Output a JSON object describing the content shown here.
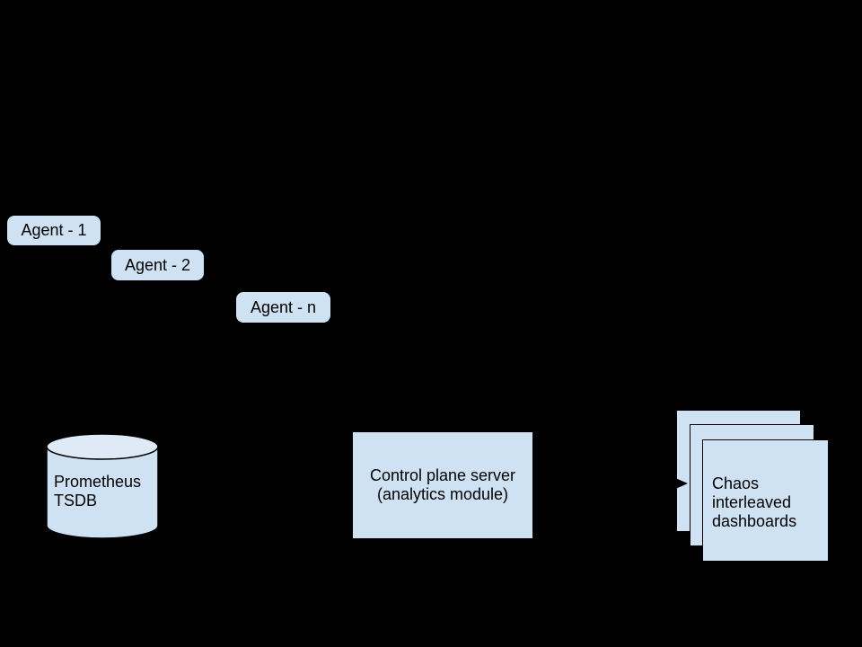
{
  "canvas": {
    "background_color": "#000000"
  },
  "colors": {
    "shape_fill": "#cfe2f3",
    "cylinder_top_fill": "#dfeaf7",
    "outline": "#000000",
    "text": "#000000"
  },
  "agents": [
    {
      "label": "Agent - 1"
    },
    {
      "label": "Agent - 2"
    },
    {
      "label": "Agent - n"
    }
  ],
  "database": {
    "lines": [
      "Prometheus",
      "TSDB"
    ]
  },
  "server": {
    "lines": [
      "Control plane server",
      "(analytics module)"
    ]
  },
  "dashboards": {
    "lines": [
      "Chaos",
      "interleaved",
      "dashboards"
    ]
  }
}
